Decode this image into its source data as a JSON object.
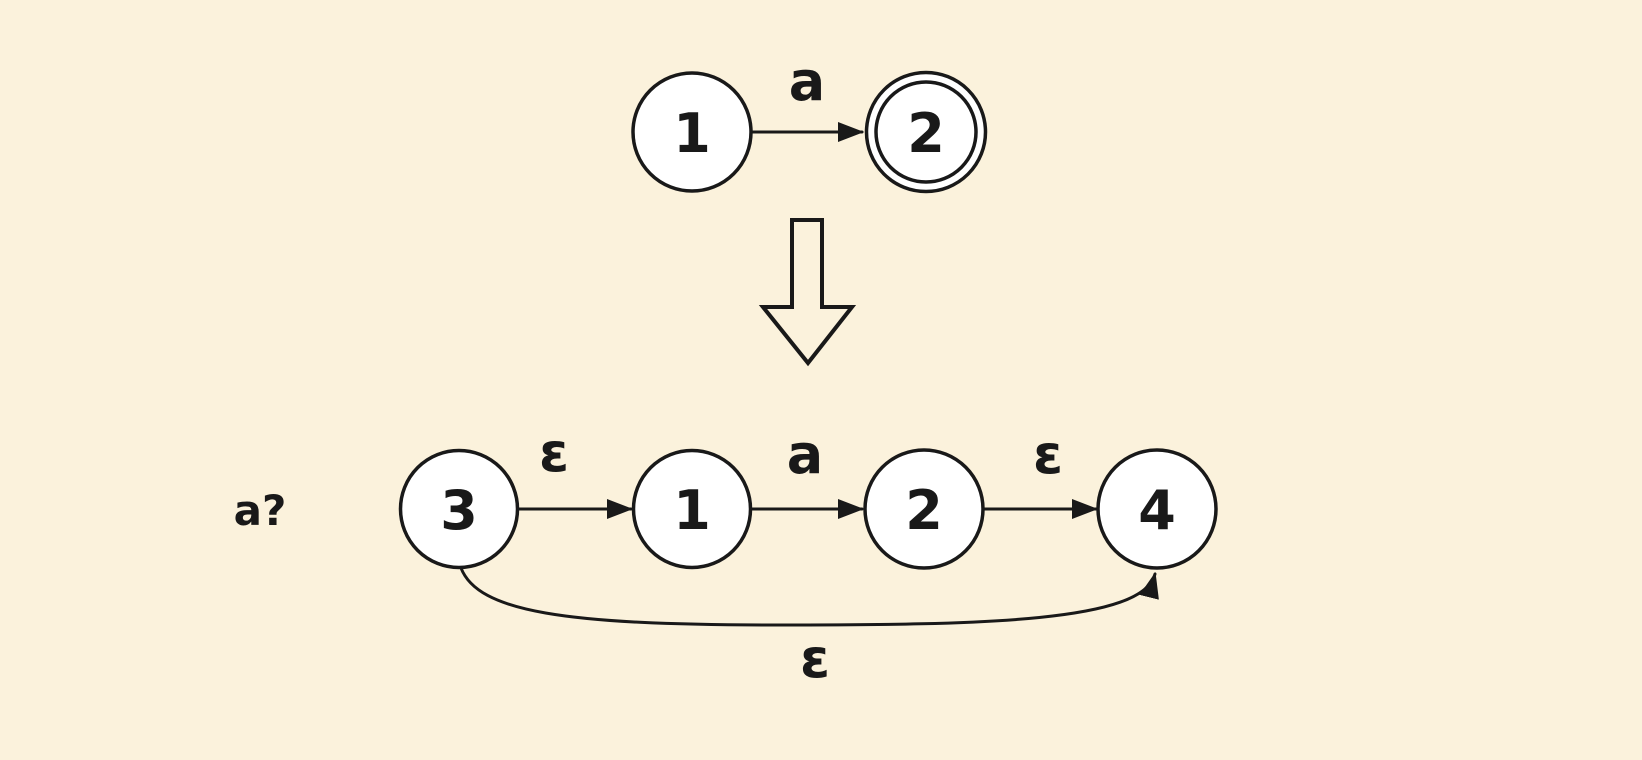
{
  "colors": {
    "background": "#FBF2DC",
    "stroke": "#191919",
    "state_fill": "#FFFFFF",
    "text": "#191919"
  },
  "top_automaton": {
    "states": [
      {
        "label": "1",
        "accepting": false
      },
      {
        "label": "2",
        "accepting": true
      }
    ],
    "transitions": [
      {
        "from": "1",
        "to": "2",
        "label": "a"
      }
    ]
  },
  "bottom_automaton": {
    "regex_label": "a?",
    "states": [
      {
        "label": "3",
        "accepting": false
      },
      {
        "label": "1",
        "accepting": false
      },
      {
        "label": "2",
        "accepting": false
      },
      {
        "label": "4",
        "accepting": false
      }
    ],
    "transitions": [
      {
        "from": "3",
        "to": "1",
        "label": "ε"
      },
      {
        "from": "1",
        "to": "2",
        "label": "a"
      },
      {
        "from": "2",
        "to": "4",
        "label": "ε"
      },
      {
        "from": "3",
        "to": "4",
        "label": "ε"
      }
    ]
  }
}
